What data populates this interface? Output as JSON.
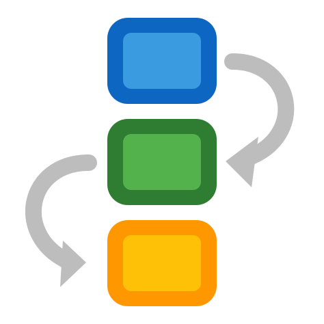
{
  "icon": {
    "name": "workflow-steps-icon",
    "arrow_color": "#bdbdbd",
    "steps": [
      {
        "name": "step-blue-block",
        "outer_color": "#0d66c2",
        "inner_color": "#3b9be0"
      },
      {
        "name": "step-green-block",
        "outer_color": "#2f7d32",
        "inner_color": "#54b24d"
      },
      {
        "name": "step-orange-block",
        "outer_color": "#ff9800",
        "inner_color": "#ffc107"
      }
    ]
  }
}
